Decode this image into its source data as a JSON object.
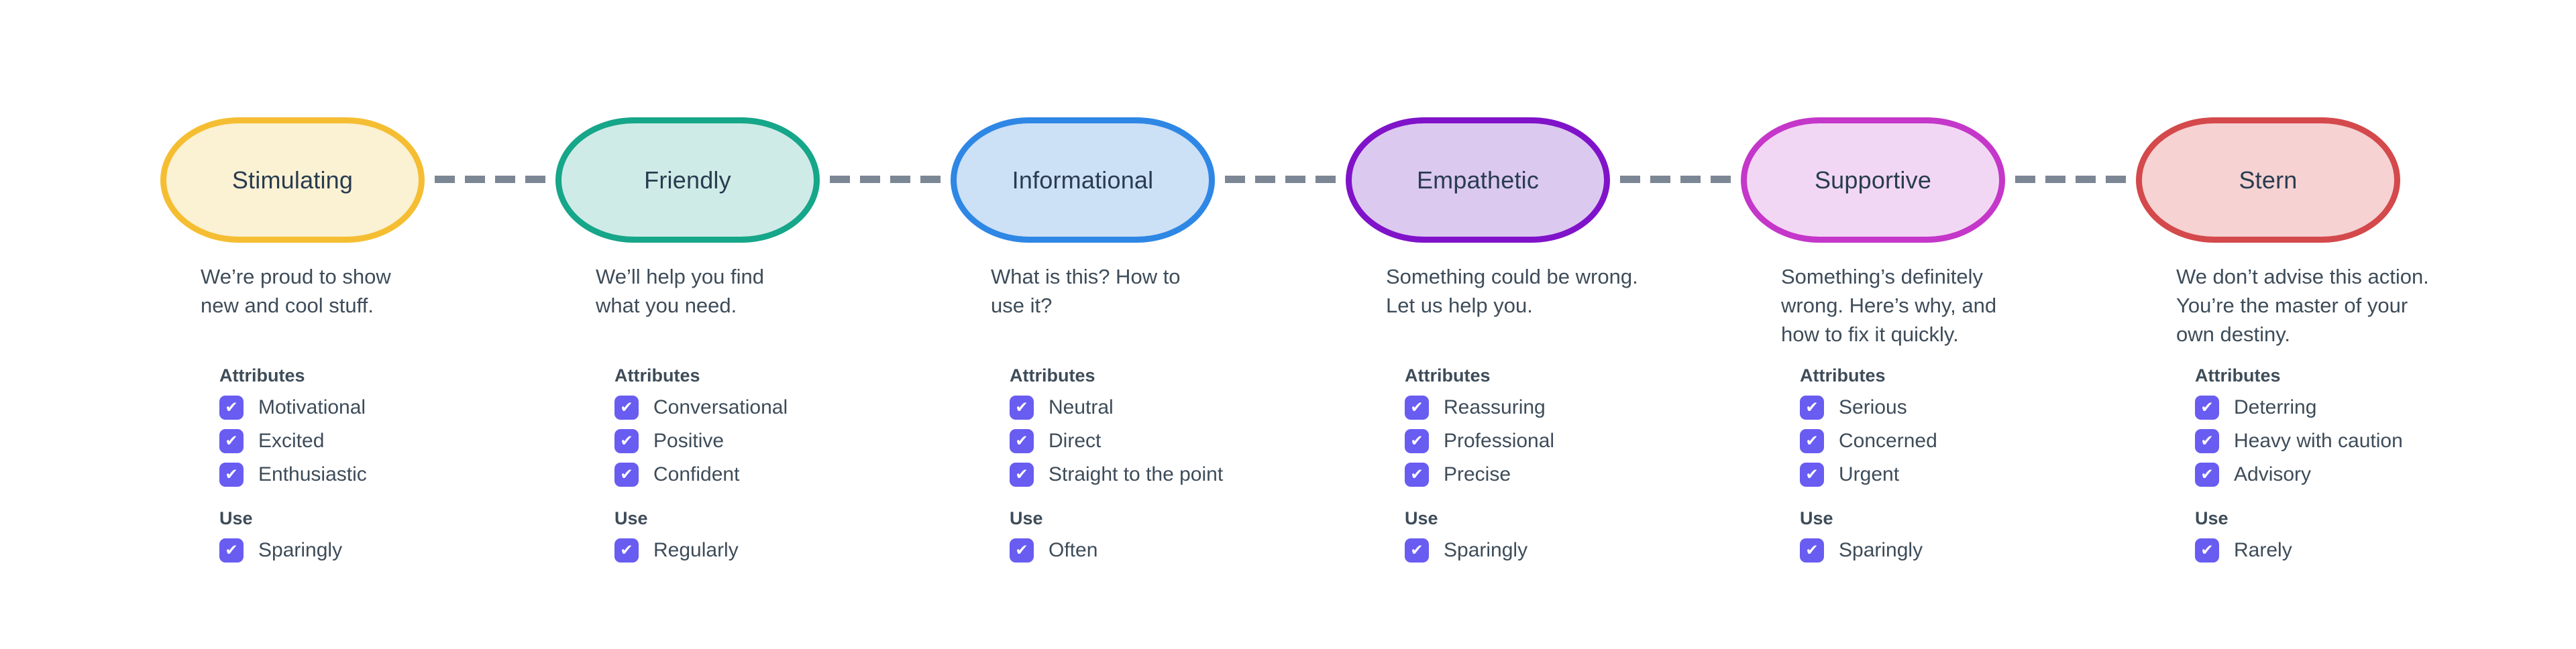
{
  "theme": {
    "checkbox_color": "#695CF1",
    "connector_color": "#7B8794",
    "title_color": "#293C50",
    "text_color": "#3E4C59"
  },
  "labels": {
    "attributes_header": "Attributes",
    "use_header": "Use"
  },
  "checkbox": {
    "check_glyph": "✔"
  },
  "tones": [
    {
      "name": "Stimulating",
      "border_color": "#F5BE32",
      "fill_color": "#FBF1D3",
      "description": "We’re proud to show\nnew and cool stuff.",
      "attributes": [
        {
          "label": "Motivational",
          "checked": true
        },
        {
          "label": "Excited",
          "checked": true
        },
        {
          "label": "Enthusiastic",
          "checked": true
        }
      ],
      "use": {
        "label": "Sparingly",
        "checked": true
      }
    },
    {
      "name": "Friendly",
      "border_color": "#16A689",
      "fill_color": "#CFEBE7",
      "description": "We’ll help you find\nwhat you need.",
      "attributes": [
        {
          "label": "Conversational",
          "checked": true
        },
        {
          "label": "Positive",
          "checked": true
        },
        {
          "label": "Confident",
          "checked": true
        }
      ],
      "use": {
        "label": "Regularly",
        "checked": true
      }
    },
    {
      "name": "Informational",
      "border_color": "#2E87E5",
      "fill_color": "#CCE0F6",
      "description": "What is this? How to\nuse it?",
      "attributes": [
        {
          "label": "Neutral",
          "checked": true
        },
        {
          "label": "Direct",
          "checked": true
        },
        {
          "label": "Straight to the point",
          "checked": true
        }
      ],
      "use": {
        "label": "Often",
        "checked": true
      }
    },
    {
      "name": "Empathetic",
      "border_color": "#8013C9",
      "fill_color": "#DCC9F0",
      "description": "Something could be wrong.\nLet us help you.",
      "attributes": [
        {
          "label": "Reassuring",
          "checked": true
        },
        {
          "label": "Professional",
          "checked": true
        },
        {
          "label": "Precise",
          "checked": true
        }
      ],
      "use": {
        "label": "Sparingly",
        "checked": true
      }
    },
    {
      "name": "Supportive",
      "border_color": "#C437C9",
      "fill_color": "#F2D7F4",
      "description": "Something’s definitely\nwrong. Here’s why, and\nhow to fix it quickly.",
      "attributes": [
        {
          "label": "Serious",
          "checked": true
        },
        {
          "label": "Concerned",
          "checked": true
        },
        {
          "label": "Urgent",
          "checked": true
        }
      ],
      "use": {
        "label": "Sparingly",
        "checked": true
      }
    },
    {
      "name": "Stern",
      "border_color": "#D4494B",
      "fill_color": "#F6D2D2",
      "description": "We don’t advise this action.\nYou’re the master of your\nown destiny.",
      "attributes": [
        {
          "label": "Deterring",
          "checked": true
        },
        {
          "label": "Heavy with caution",
          "checked": true
        },
        {
          "label": "Advisory",
          "checked": true
        }
      ],
      "use": {
        "label": "Rarely",
        "checked": true
      }
    }
  ]
}
